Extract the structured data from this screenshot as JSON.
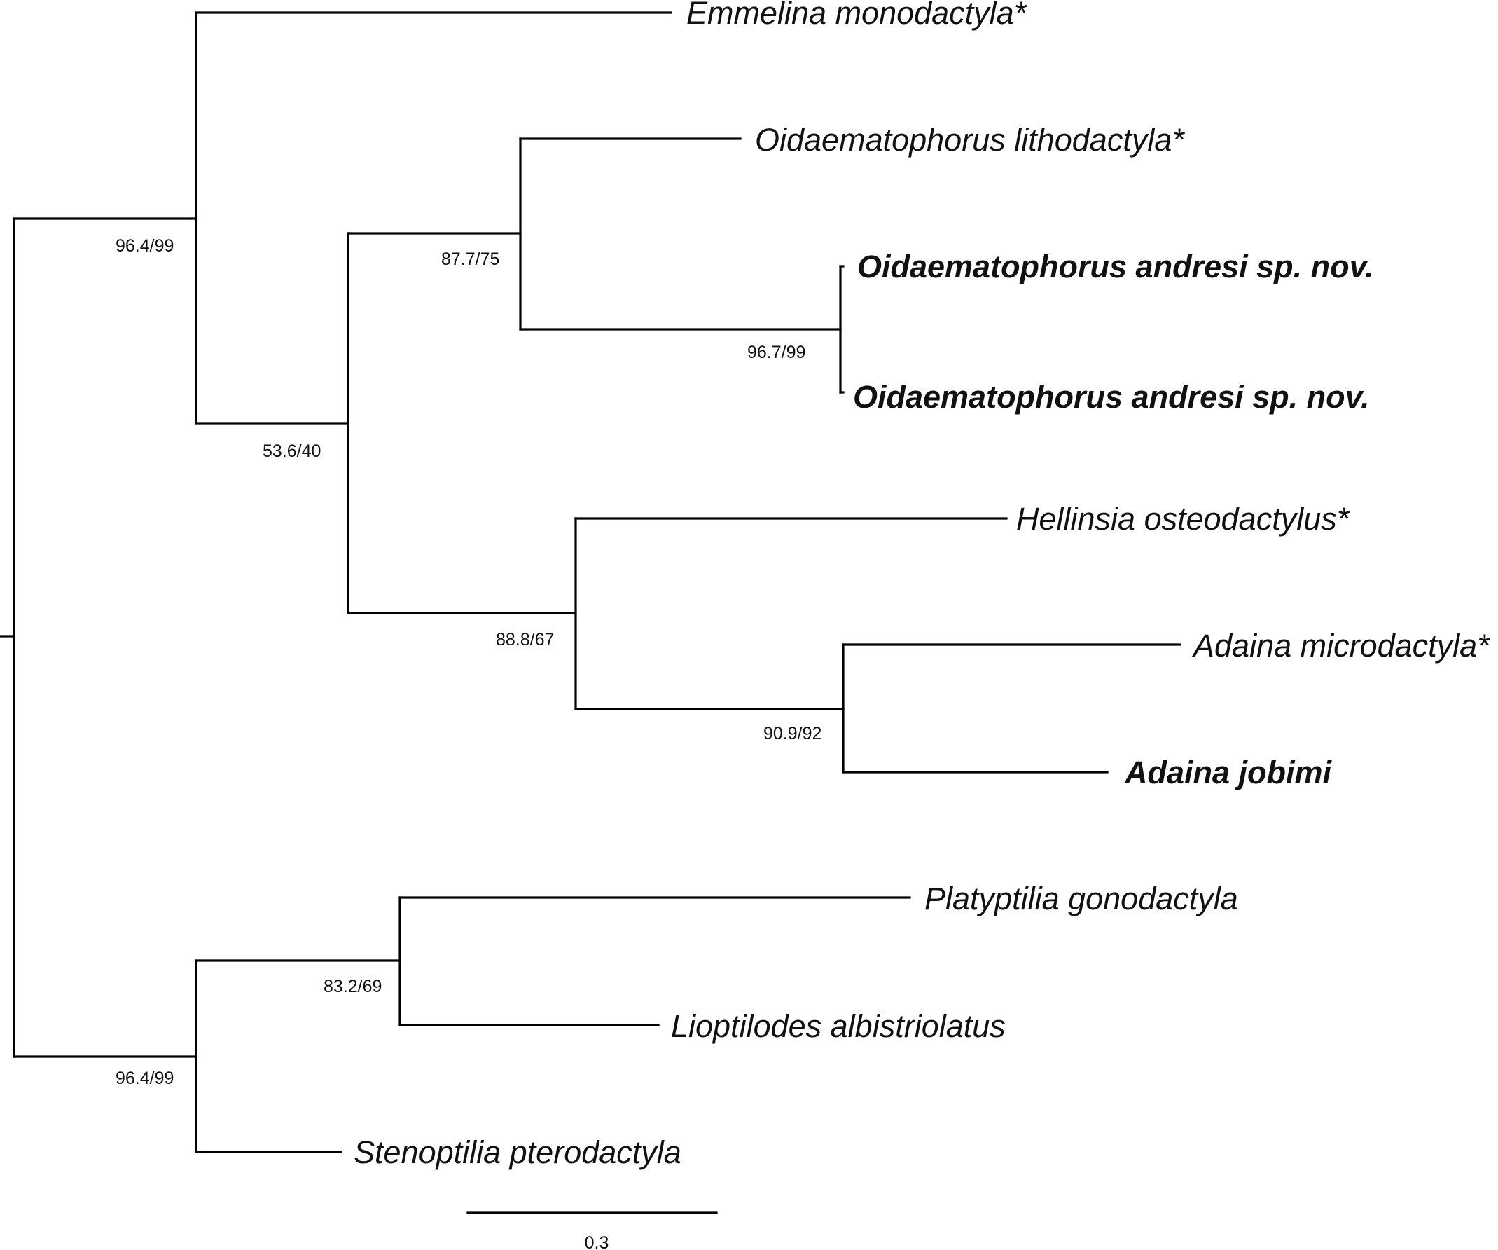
{
  "tree": {
    "taxa": [
      {
        "id": "emmelina",
        "label": "Emmelina monodactyla*",
        "bold": false
      },
      {
        "id": "oid-litho",
        "label": "Oidaematophorus lithodactyla*",
        "bold": false
      },
      {
        "id": "oid-andresi-1",
        "label": "Oidaematophorus andresi sp. nov.",
        "bold": true
      },
      {
        "id": "oid-andresi-2",
        "label": "Oidaematophorus andresi sp. nov.",
        "bold": true
      },
      {
        "id": "hellinsia",
        "label": "Hellinsia osteodactylus*",
        "bold": false
      },
      {
        "id": "adaina-micro",
        "label": "Adaina microdactyla*",
        "bold": false
      },
      {
        "id": "adaina-jobimi",
        "label": "Adaina jobimi",
        "bold": true
      },
      {
        "id": "platyptilia",
        "label": "Platyptilia gonodactyla",
        "bold": false
      },
      {
        "id": "lioptilodes",
        "label": "Lioptilodes albistriolatus",
        "bold": false
      },
      {
        "id": "stenoptilia",
        "label": "Stenoptilia pterodactyla",
        "bold": false
      }
    ],
    "support_values": [
      {
        "id": "node-a",
        "label": "96.4/99"
      },
      {
        "id": "node-b",
        "label": "53.6/40"
      },
      {
        "id": "node-c",
        "label": "87.7/75"
      },
      {
        "id": "node-d",
        "label": "96.7/99"
      },
      {
        "id": "node-e",
        "label": "88.8/67"
      },
      {
        "id": "node-f",
        "label": "90.9/92"
      },
      {
        "id": "node-g",
        "label": "96.4/99"
      },
      {
        "id": "node-h",
        "label": "83.2/69"
      }
    ],
    "scale_bar": {
      "label": "0.3"
    },
    "colors": {
      "line": "#000000",
      "text": "#111111",
      "background": "#ffffff"
    }
  }
}
